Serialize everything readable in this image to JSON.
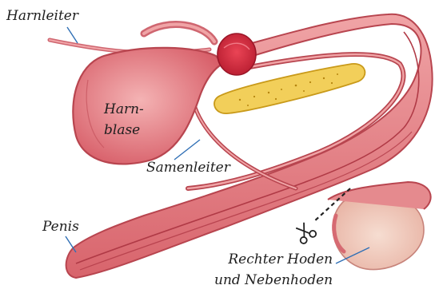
{
  "labels": {
    "harnleiter": "Harnleiter",
    "harnblase_line1": "Harn-",
    "harnblase_line2": "blase",
    "samenleiter": "Samenleiter",
    "penis": "Penis",
    "hoden_line1": "Rechter Hoden",
    "hoden_line2": "und Nebenhoden"
  },
  "colors": {
    "tissue": "#e07a80",
    "tissue_dark": "#b8454f",
    "bladder": "#e58a8e",
    "gland": "#d3283c",
    "pouch": "#f0c9bb",
    "seminal_vesicle": "#f2cf5a",
    "leader_line": "#2f6fb5"
  },
  "icons": {
    "cut_marker": "scissors-icon"
  }
}
